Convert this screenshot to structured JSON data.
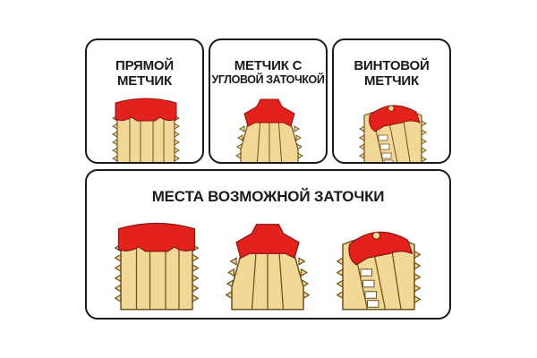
{
  "panels": {
    "straight": {
      "line1": "ПРЯМОЙ",
      "line2": "МЕТЧИК"
    },
    "angled": {
      "line1": "МЕТЧИК С",
      "line2": "УГЛОВОЙ ЗАТОЧКОЙ"
    },
    "spiral": {
      "line1": "ВИНТОВОЙ",
      "line2": "МЕТЧИК"
    },
    "regrind": {
      "title": "МЕСТА ВОЗМОЖНОЙ ЗАТОЧКИ"
    }
  },
  "colors": {
    "tap_body": "#f2d896",
    "tap_outline": "#6b5322",
    "sharpening_zone": "#e3221d",
    "panel_border": "#1a1a1a"
  }
}
